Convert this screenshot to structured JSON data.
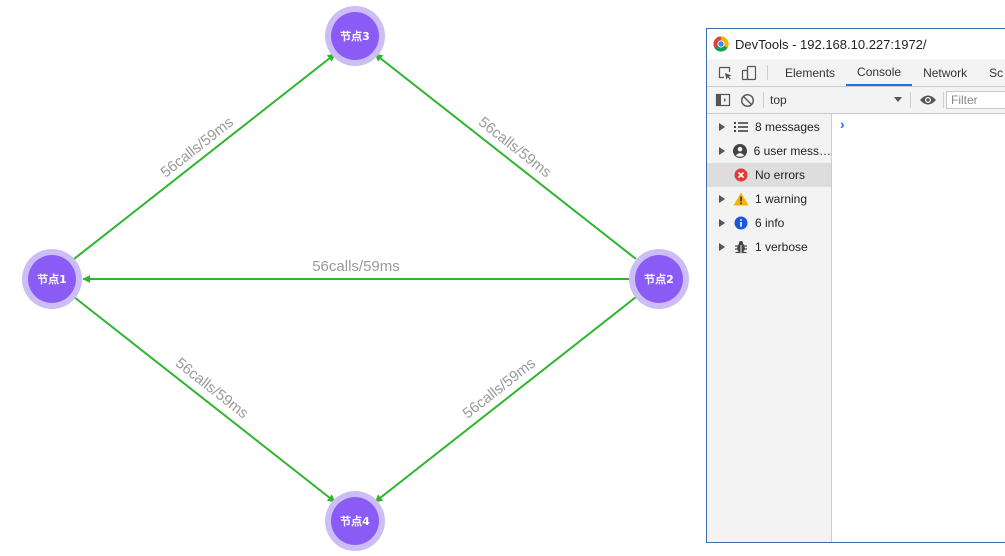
{
  "graph": {
    "nodes": [
      {
        "id": "n1",
        "label": "节点1"
      },
      {
        "id": "n2",
        "label": "节点2"
      },
      {
        "id": "n3",
        "label": "节点3"
      },
      {
        "id": "n4",
        "label": "节点4"
      }
    ],
    "edges": [
      {
        "from": "节点1",
        "to": "节点3",
        "label": "56calls/59ms"
      },
      {
        "from": "节点2",
        "to": "节点3",
        "label": "56calls/59ms"
      },
      {
        "from": "节点2",
        "to": "节点1",
        "label": "56calls/59ms"
      },
      {
        "from": "节点1",
        "to": "节点4",
        "label": "56calls/59ms"
      },
      {
        "from": "节点2",
        "to": "节点4",
        "label": "56calls/59ms"
      }
    ],
    "colors": {
      "edge": "#2db52d",
      "node": "#8a5cf5",
      "node_halo": "#cdbdf6",
      "edge_label": "#9a9a9a"
    }
  },
  "devtools": {
    "title": "DevTools - 192.168.10.227:1972/",
    "tabs": [
      {
        "label": "Elements",
        "active": false
      },
      {
        "label": "Console",
        "active": true
      },
      {
        "label": "Network",
        "active": false
      },
      {
        "label": "Sc",
        "active": false
      }
    ],
    "toolbar": {
      "context": "top",
      "filter_placeholder": "Filter"
    },
    "sidebar": {
      "items": [
        {
          "label": "8 messages",
          "icon": "list-icon",
          "expandable": true,
          "selected": false
        },
        {
          "label": "6 user mess…",
          "icon": "user-icon",
          "expandable": true,
          "selected": false
        },
        {
          "label": "No errors",
          "icon": "error-icon",
          "expandable": false,
          "selected": true
        },
        {
          "label": "1 warning",
          "icon": "warning-icon",
          "expandable": true,
          "selected": false
        },
        {
          "label": "6 info",
          "icon": "info-icon",
          "expandable": true,
          "selected": false
        },
        {
          "label": "1 verbose",
          "icon": "bug-icon",
          "expandable": true,
          "selected": false
        }
      ]
    },
    "prompt_symbol": "›",
    "colors": {
      "accent": "#1a73e8",
      "error": "#e53935",
      "warning": "#f5b400",
      "info": "#1a56db"
    }
  }
}
